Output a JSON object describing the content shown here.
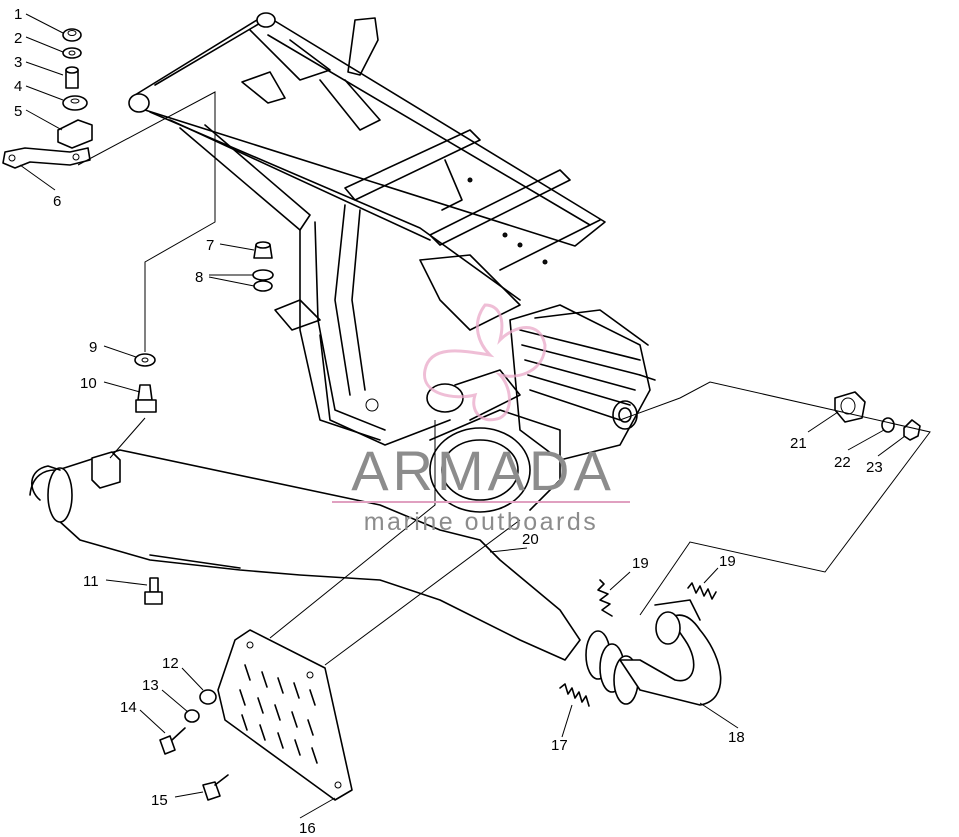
{
  "diagram": {
    "callouts": [
      {
        "id": "1",
        "label": "1"
      },
      {
        "id": "2",
        "label": "2"
      },
      {
        "id": "3",
        "label": "3"
      },
      {
        "id": "4",
        "label": "4"
      },
      {
        "id": "5",
        "label": "5"
      },
      {
        "id": "6",
        "label": "6"
      },
      {
        "id": "7",
        "label": "7"
      },
      {
        "id": "8",
        "label": "8"
      },
      {
        "id": "9",
        "label": "9"
      },
      {
        "id": "10",
        "label": "10"
      },
      {
        "id": "11",
        "label": "11"
      },
      {
        "id": "12",
        "label": "12"
      },
      {
        "id": "13",
        "label": "13"
      },
      {
        "id": "14",
        "label": "14"
      },
      {
        "id": "15",
        "label": "15"
      },
      {
        "id": "16",
        "label": "16"
      },
      {
        "id": "17",
        "label": "17"
      },
      {
        "id": "18",
        "label": "18"
      },
      {
        "id": "19a",
        "label": "19"
      },
      {
        "id": "19b",
        "label": "19"
      },
      {
        "id": "20",
        "label": "20"
      },
      {
        "id": "21",
        "label": "21"
      },
      {
        "id": "22",
        "label": "22"
      },
      {
        "id": "23",
        "label": "23"
      }
    ]
  },
  "watermark": {
    "title": "ARMADA",
    "subtitle": "marine outboards",
    "text_color": "#8c8c8c",
    "rule_color": "#e0a0c0",
    "logo_color": "#e9a8c8"
  }
}
